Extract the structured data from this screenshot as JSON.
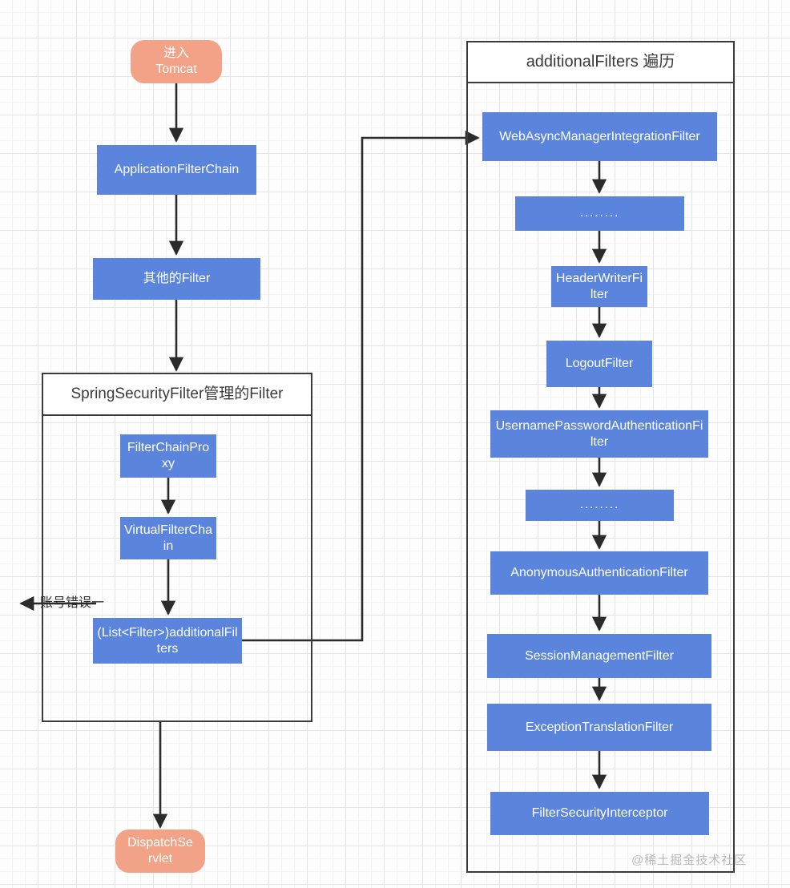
{
  "diagram": {
    "title": "Spring Security Filter Chain",
    "colors": {
      "node_blue": "#5b85dc",
      "node_salmon": "#f2a287",
      "frame_stroke": "#3b3b3b",
      "edge_stroke": "#2b2b2b",
      "grid_minor": "#f2f2f2",
      "grid_major": "#e4e4e4",
      "watermark": "#b9b9b9"
    },
    "watermark": "@稀土掘金技术社区"
  },
  "left_flow": {
    "entry": {
      "label": "进入\nTomcat",
      "line1": "进入",
      "line2": "Tomcat"
    },
    "application_filter_chain": "ApplicationFilterChain",
    "other_filter": "其他的Filter",
    "exit": {
      "line1": "DispatchSe",
      "line2": "rvlet"
    }
  },
  "spring_group": {
    "title": "SpringSecurityFilter管理的Filter",
    "nodes": [
      {
        "id": "filter-chain-proxy",
        "label": "FilterChainProxy"
      },
      {
        "id": "virtual-filter-chain",
        "label": "VirtualFilterChain"
      },
      {
        "id": "additional-filters",
        "label": "(List<Filter>)additionalFilters"
      }
    ]
  },
  "additional_filters_group": {
    "title": "additionalFilters 遍历",
    "nodes": [
      {
        "id": "web-async-manager-integration-filter",
        "label": "WebAsyncManagerIntegrationFilter"
      },
      {
        "id": "ellipsis-1",
        "label": "........"
      },
      {
        "id": "header-writer-filter",
        "label": "HeaderWriterFilter"
      },
      {
        "id": "logout-filter",
        "label": "LogoutFilter"
      },
      {
        "id": "username-password-authentication-filter",
        "label": "UsernamePasswordAuthenticationFilter"
      },
      {
        "id": "ellipsis-2",
        "label": "........"
      },
      {
        "id": "anonymous-authentication-filter",
        "label": "AnonymousAuthenticationFilter"
      },
      {
        "id": "session-management-filter",
        "label": "SessionManagementFilter"
      },
      {
        "id": "exception-translation-filter",
        "label": "ExceptionTranslationFilter"
      },
      {
        "id": "filter-security-interceptor",
        "label": "FilterSecurityInterceptor"
      }
    ]
  },
  "edges": {
    "account_error_label": "账号错误一"
  }
}
